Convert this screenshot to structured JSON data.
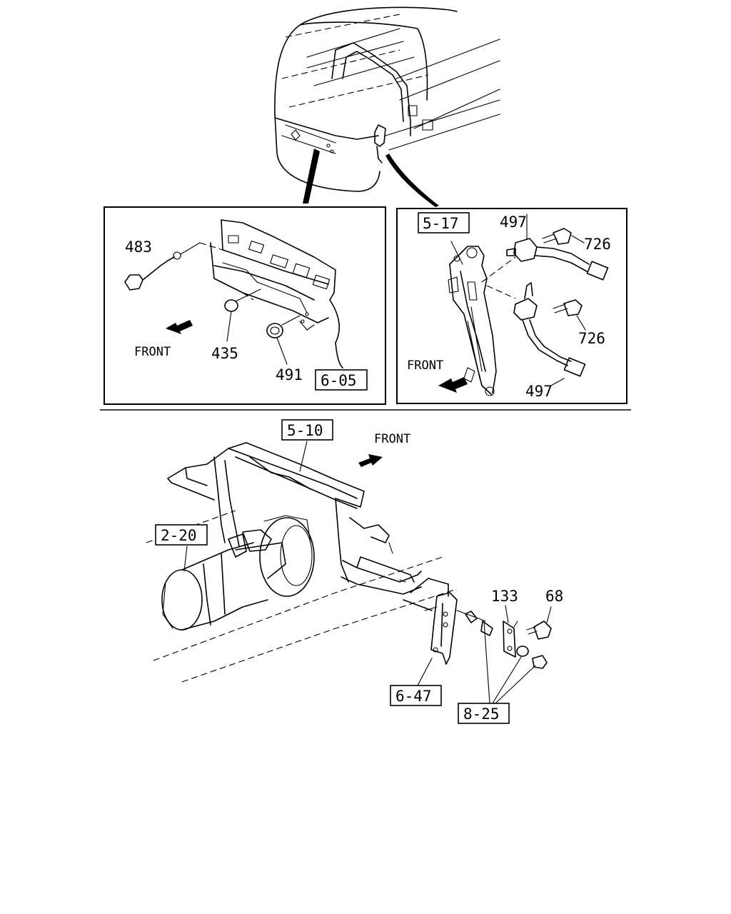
{
  "labels": {
    "l483": "483",
    "l435": "435",
    "l491": "491",
    "l605": "6-05",
    "l517": "5-17",
    "l497a": "497",
    "l726a": "726",
    "l726b": "726",
    "l497b": "497",
    "l510": "5-10",
    "l220": "2-20",
    "l133": "133",
    "l68": "68",
    "l647": "6-47",
    "l825": "8-25"
  },
  "front_labels": {
    "left_panel": "FRONT",
    "right_panel": "FRONT",
    "bottom": "FRONT"
  }
}
